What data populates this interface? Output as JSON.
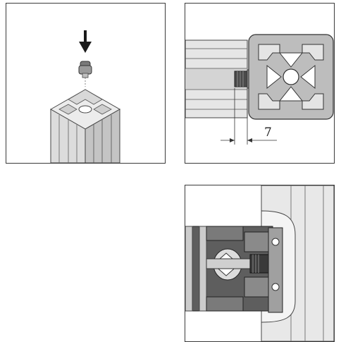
{
  "panels": [
    {
      "id": "panel-1"
    },
    {
      "id": "panel-2",
      "dimension_label": "7"
    },
    {
      "id": "panel-3"
    }
  ],
  "icons": [
    "arrow-down-icon"
  ],
  "colors": {
    "frame": "#3a3a3a",
    "metal_light": "#e9e9e9",
    "metal_mid": "#cfcfcf",
    "metal_dark": "#8d8d8d",
    "insert_dark": "#6a6a6a",
    "line": "#555555"
  }
}
